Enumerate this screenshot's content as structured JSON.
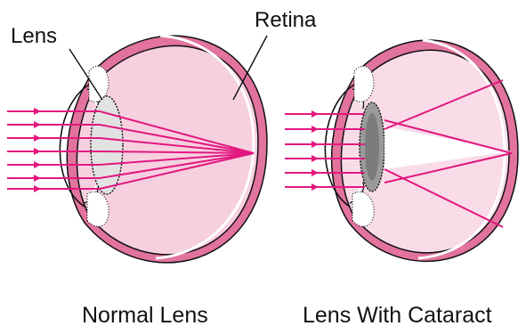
{
  "labels": {
    "lens": "Lens",
    "retina": "Retina",
    "normal_caption": "Normal Lens",
    "cataract_caption": "Lens With Cataract"
  },
  "colors": {
    "sclera": "#e2739e",
    "vitreous": "#f7d0e0",
    "cataract_vitreous": "#f9dce8",
    "ray": "#e2187f",
    "outline": "#111111",
    "lens_normal": "#e2e2e2",
    "lens_cataract": "#9a9a9a"
  }
}
